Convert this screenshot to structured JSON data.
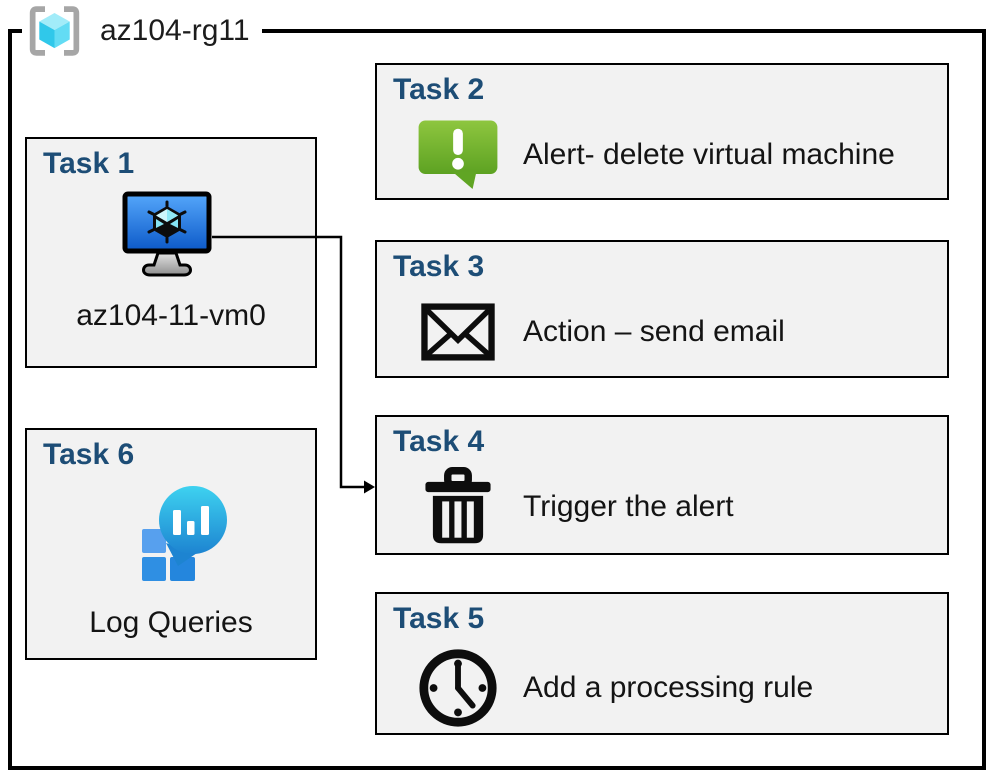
{
  "diagram": {
    "resource_group": {
      "name": "az104-rg11"
    },
    "tasks": [
      {
        "title": "Task 1",
        "label": "az104-11-vm0",
        "icon": "virtual-machine"
      },
      {
        "title": "Task 2",
        "label": "Alert- delete virtual machine",
        "icon": "alert-message"
      },
      {
        "title": "Task 3",
        "label": "Action – send email",
        "icon": "email-envelope"
      },
      {
        "title": "Task 4",
        "label": "Trigger the alert",
        "icon": "trash-can"
      },
      {
        "title": "Task 5",
        "label": "Add a processing rule",
        "icon": "clock"
      },
      {
        "title": "Task 6",
        "label": "Log Queries",
        "icon": "log-queries"
      }
    ],
    "connector": {
      "from": "Task 1 virtual machine",
      "to": "Task 4"
    },
    "colors": {
      "task_title_blue": "#1d4d76",
      "box_fill": "#f2f2f2",
      "box_border": "#000000",
      "outer_border": "#000000",
      "alert_green": "#76b82f",
      "vm_screen_blue": "#1c74e0",
      "log_bubble_cyan": "#2fc0e8",
      "log_square_blue": "#3795e5",
      "rg_cube_cyan": "#50d7f0",
      "rg_bracket_gray": "#a6a6a6"
    }
  }
}
